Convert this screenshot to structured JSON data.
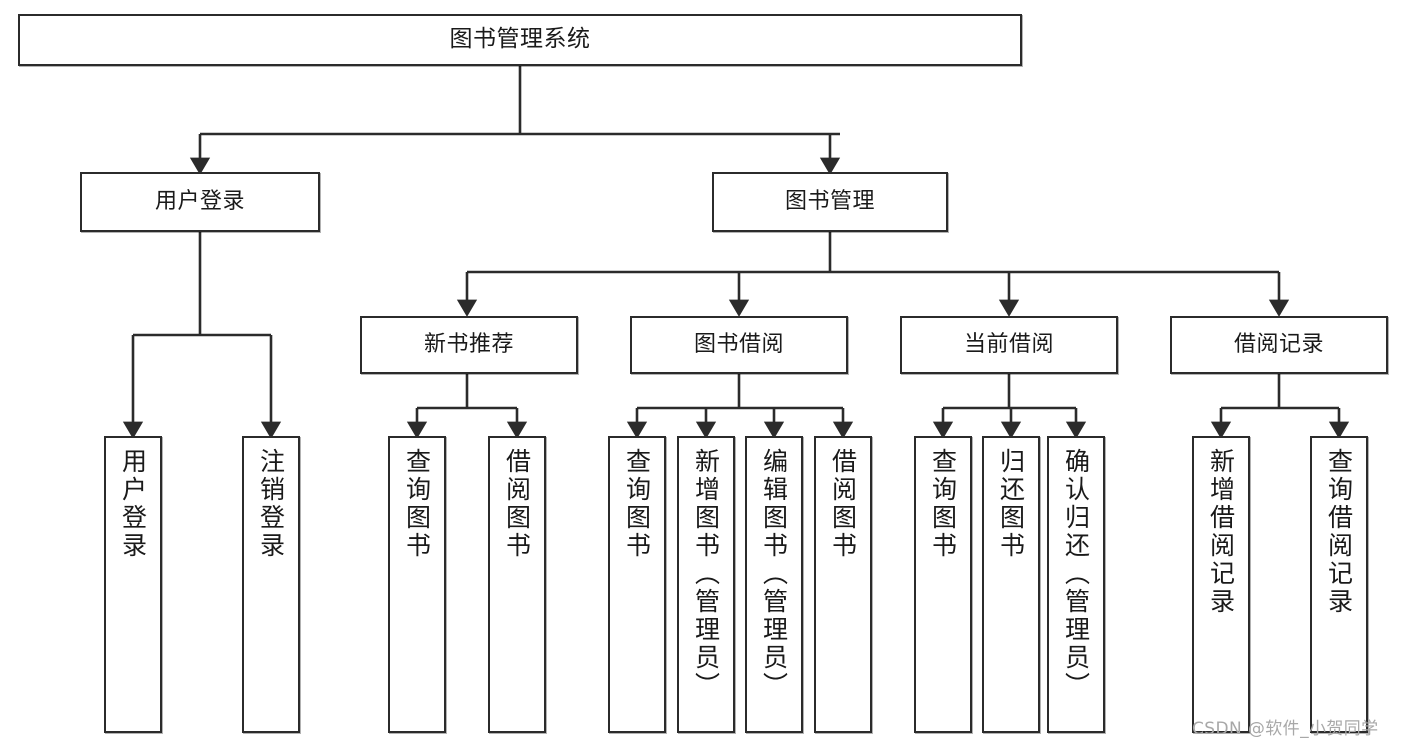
{
  "diagram": {
    "title": "图书管理系统",
    "type": "tree-hierarchy",
    "orientation": "top-down",
    "colors": {
      "node_border": "#2b2b2b",
      "node_fill": "#ffffff",
      "edge": "#2b2b2b",
      "text": "#1a1a1a",
      "watermark": "#a8a8a8"
    },
    "root": {
      "label": "图书管理系统"
    },
    "level1": [
      {
        "id": "user-login",
        "label": "用户登录"
      },
      {
        "id": "book-management",
        "label": "图书管理"
      }
    ],
    "level2": [
      {
        "id": "new-book-recommend",
        "label": "新书推荐",
        "parent": "book-management"
      },
      {
        "id": "book-borrow",
        "label": "图书借阅",
        "parent": "book-management"
      },
      {
        "id": "current-borrow",
        "label": "当前借阅",
        "parent": "book-management"
      },
      {
        "id": "borrow-record",
        "label": "借阅记录",
        "parent": "book-management"
      }
    ],
    "leaves": {
      "user-login": [
        {
          "id": "leaf-user-login",
          "label": "用户登录"
        },
        {
          "id": "leaf-logout",
          "label": "注销登录"
        }
      ],
      "new-book-recommend": [
        {
          "id": "leaf-query-book-1",
          "label": "查询图书"
        },
        {
          "id": "leaf-borrow-book-1",
          "label": "借阅图书"
        }
      ],
      "book-borrow": [
        {
          "id": "leaf-query-book-2",
          "label": "查询图书"
        },
        {
          "id": "leaf-add-book",
          "label": "新增图书（管理员）"
        },
        {
          "id": "leaf-edit-book",
          "label": "编辑图书（管理员）"
        },
        {
          "id": "leaf-borrow-book-2",
          "label": "借阅图书"
        }
      ],
      "current-borrow": [
        {
          "id": "leaf-query-book-3",
          "label": "查询图书"
        },
        {
          "id": "leaf-return-book",
          "label": "归还图书"
        },
        {
          "id": "leaf-confirm-return",
          "label": "确认归还（管理员）"
        }
      ],
      "borrow-record": [
        {
          "id": "leaf-add-record",
          "label": "新增借阅记录"
        },
        {
          "id": "leaf-query-record",
          "label": "查询借阅记录"
        }
      ]
    }
  },
  "watermark": {
    "text": "CSDN @软件_小贺同学"
  }
}
